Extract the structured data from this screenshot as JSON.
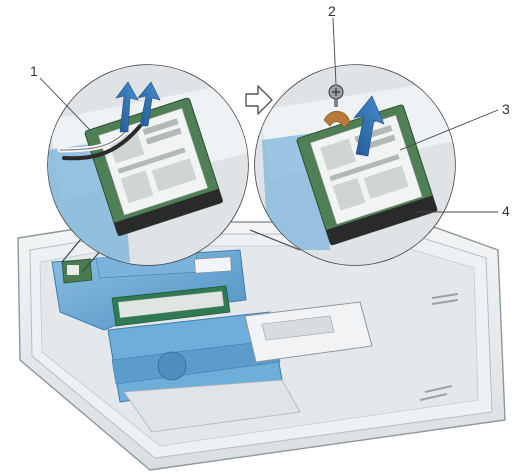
{
  "callouts": [
    {
      "id": "1",
      "label": "1"
    },
    {
      "id": "2",
      "label": "2"
    },
    {
      "id": "3",
      "label": "3"
    },
    {
      "id": "4",
      "label": "4"
    }
  ],
  "colors": {
    "chassis": "#e9ecee",
    "chassis_edge": "#9aa3a8",
    "board_blue": "#6aa9d6",
    "card_green": "#5a8a5e",
    "cable_white": "#f4f4f4",
    "cable_black": "#333333",
    "arrow_blue": "#2f6fae",
    "outline": "#555555"
  },
  "icons": {
    "transition_arrow": "right-hollow-arrow-icon",
    "screw": "screw-icon",
    "lift_arrow": "lift-arrow-icon"
  }
}
